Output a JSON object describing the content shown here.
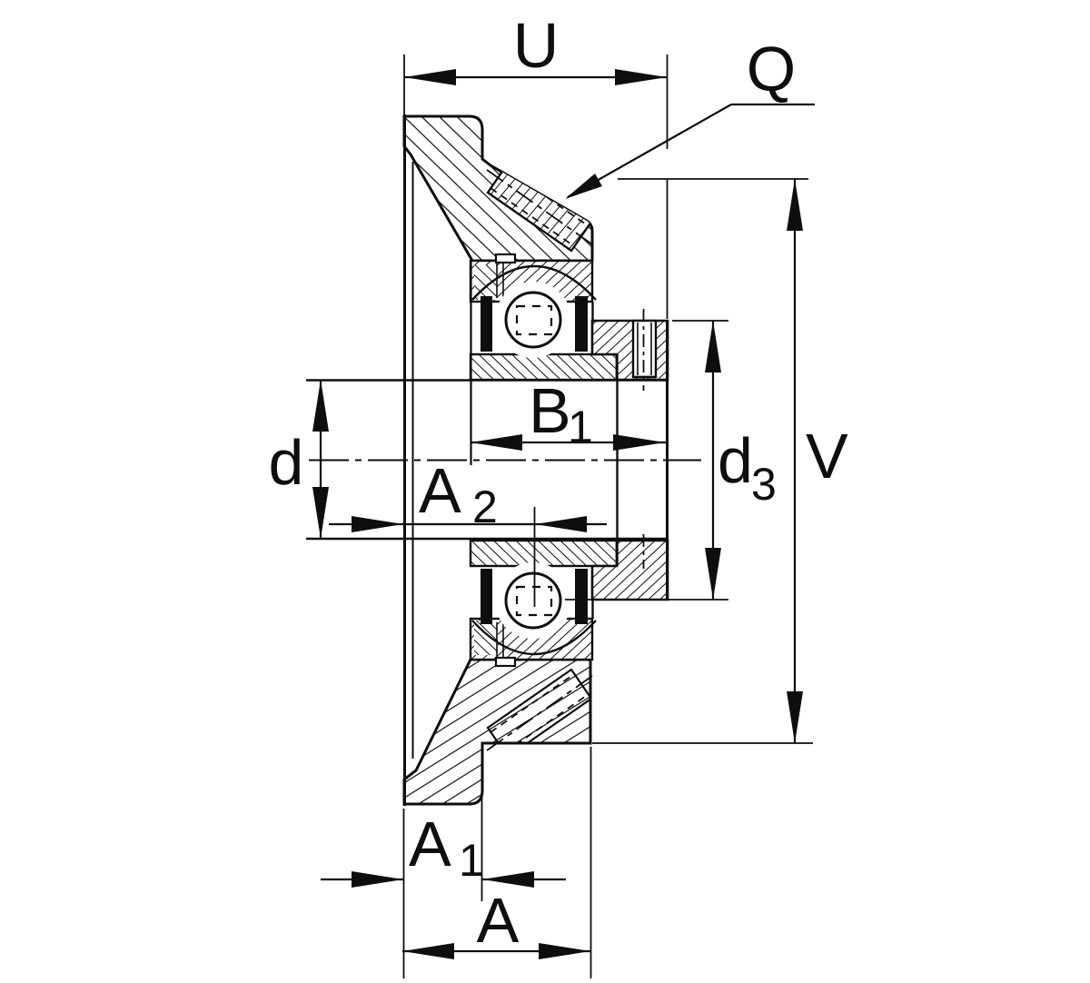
{
  "drawing": {
    "kind": "flanged-bearing-unit-cross-section",
    "labels": {
      "U": "U",
      "Q": "Q",
      "B1": {
        "base": "B",
        "sub": "1"
      },
      "d": "d",
      "A2": {
        "base": "A",
        "sub": "2"
      },
      "d3": {
        "base": "d",
        "sub": "3"
      },
      "V": "V",
      "A1": {
        "base": "A",
        "sub": "1"
      },
      "A": "A"
    },
    "colors": {
      "line": "#0e0e0e",
      "background": "#ffffff"
    }
  }
}
